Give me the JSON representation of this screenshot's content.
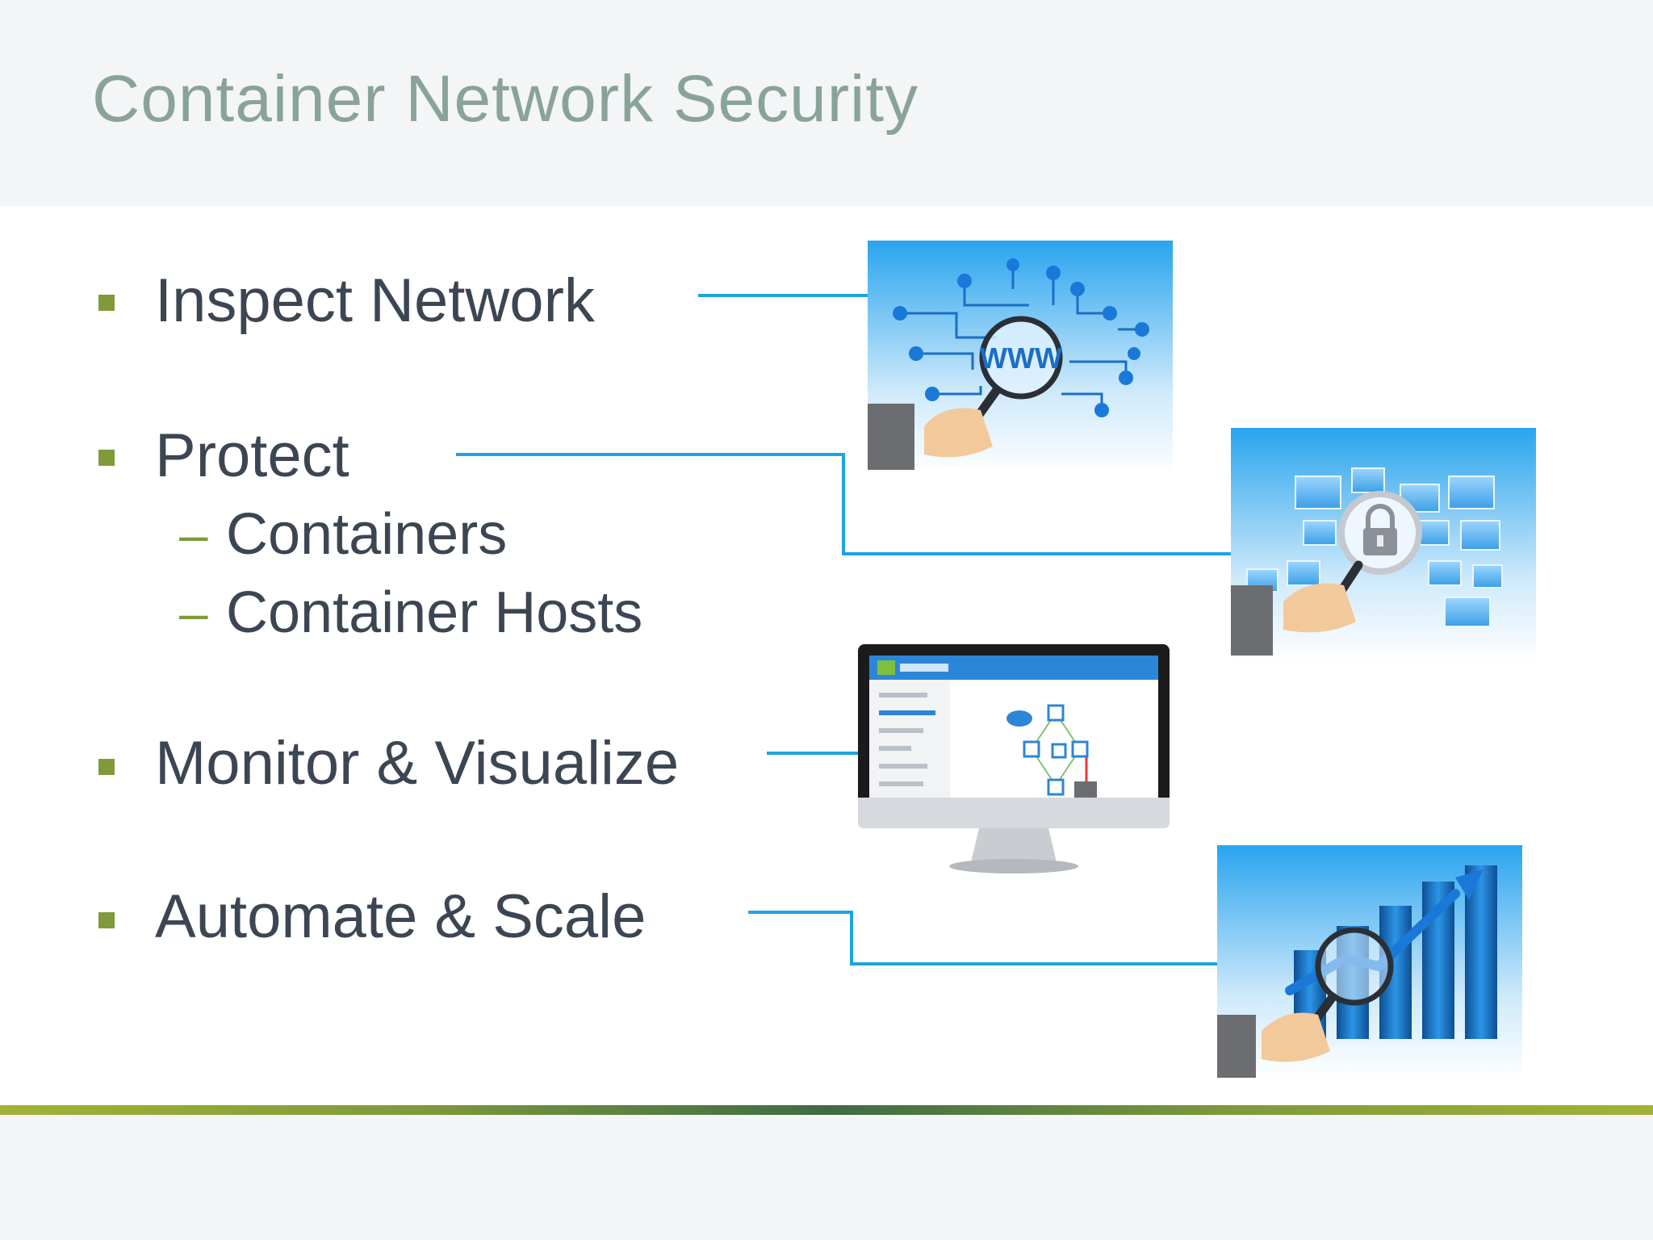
{
  "slide": {
    "title": "Container Network Security",
    "bullets": [
      {
        "label": "Inspect Network"
      },
      {
        "label": "Protect",
        "sub": [
          "Containers",
          "Container Hosts"
        ]
      },
      {
        "label": "Monitor & Visualize"
      },
      {
        "label": "Automate & Scale"
      }
    ]
  },
  "illustrations": {
    "inspect": {
      "icon": "www-network-magnifier-icon",
      "text": "WWW"
    },
    "protect": {
      "icon": "padlock-magnifier-icon"
    },
    "monitor": {
      "icon": "monitor-dashboard-icon"
    },
    "automate": {
      "icon": "growth-chart-magnifier-icon"
    }
  },
  "colors": {
    "title": "#8aa39a",
    "text": "#3c4653",
    "bullet": "#7f9a3a",
    "connector": "#1ea3e0",
    "header_band": "#f4f5f6"
  }
}
